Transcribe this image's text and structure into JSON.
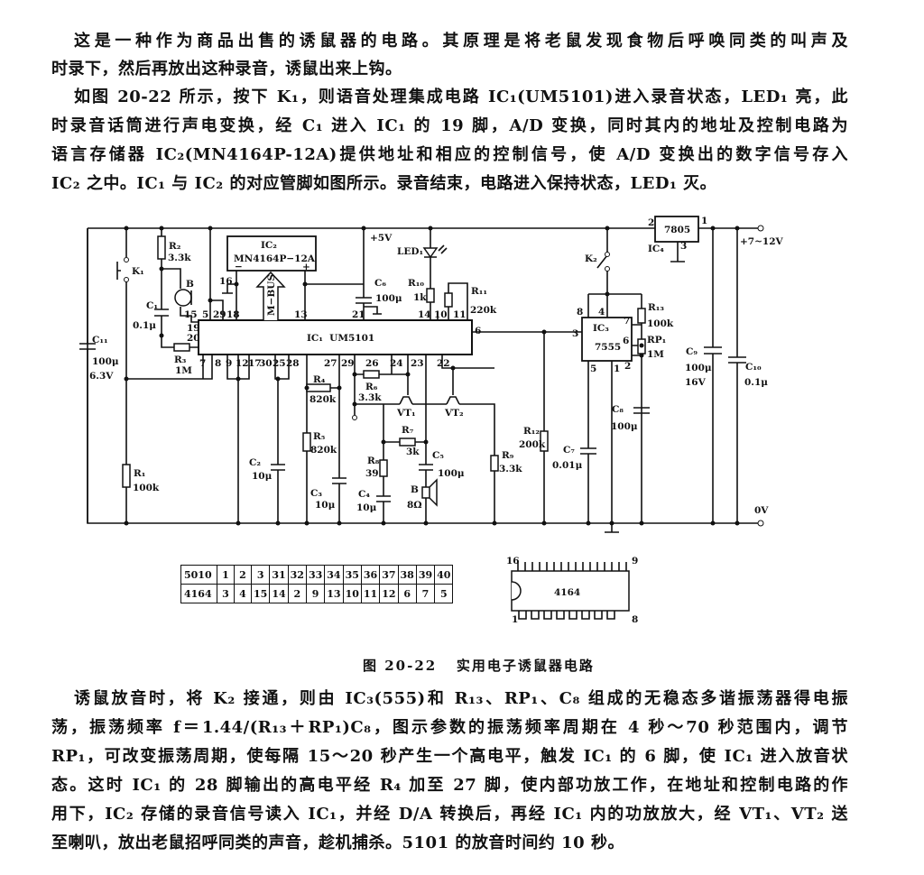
{
  "intro": {
    "lines": [
      "这是一种作为商品出售的诱鼠器的电路。其原理是将老鼠发现食物后呼唤同类的叫声及",
      "时录下，然后再放出这种录音，诱鼠出来上钩。",
      "如图 20-22 所示，按下 K₁，则语音处理集成电路 IC₁(UM5101)进入录音状态，LED₁ 亮，此",
      "时录音话筒进行声电变换，经 C₁ 进入 IC₁ 的 19 脚，A/D 变换，同时其内的地址及控制电路为",
      "语言存储器 IC₂(MN4164P-12A)提供地址和相应的控制信号，使 A/D 变换出的数字信号存入",
      "IC₂ 之中。IC₁ 与 IC₂ 的对应管脚如图所示。录音结束，电路进入保持状态，LED₁ 灭。"
    ]
  },
  "diagram": {
    "labels": {
      "K1": "K₁",
      "R2": "R₂",
      "R2v": "3.3k",
      "B": "B",
      "C1": "C₁",
      "C1v": "0.1μ",
      "R3": "R₃",
      "R3v": "1M",
      "C11": "C₁₁",
      "C11v": "100μ",
      "C11v2": "6.3V",
      "IC2": "IC₂",
      "IC2p": "MN4164P−12A",
      "minus": "−",
      "plus": "+",
      "mbus": "M−BUS",
      "p16": "16",
      "p5": "5",
      "p29": "29",
      "p18": "18",
      "p13": "13",
      "p21": "21",
      "p14": "14",
      "p10": "10",
      "p11": "11",
      "p15": "15",
      "p19": "19",
      "p20": "20",
      "p6": "6",
      "b7": "7",
      "b8": "8",
      "b9": "9",
      "b12": "12",
      "b17": "17",
      "b30": "30",
      "b25": "25",
      "b28": "28",
      "b27": "27",
      "b29": "29",
      "b26": "26",
      "b24": "24",
      "b23": "23",
      "b22": "22",
      "IC1": "IC₁  UM5101",
      "v5": "+5V",
      "C6": "C₆",
      "C6v": "100μ",
      "LED1": "LED₁",
      "R10": "R₁₀",
      "R10v": "1k",
      "R11": "R₁₁",
      "R11v": "220k",
      "K2": "K₂",
      "reg": "7805",
      "reg2": "2",
      "reg1": "1",
      "reg3": "3",
      "IC4": "IC₄",
      "vin": "+7~12V",
      "C9": "C₉",
      "C9v": "100μ",
      "C9v2": "16V",
      "C10": "C₁₀",
      "C10v": "0.1μ",
      "IC3": "IC₃",
      "IC3p": "7555",
      "i8": "8",
      "i4": "4",
      "i7": "7",
      "i3": "3",
      "i6": "6",
      "i5": "5",
      "i1": "1",
      "i2": "2",
      "R13": "R₁₃",
      "R13v": "100k",
      "RP1": "RP₁",
      "RP1v": "1M",
      "C8": "C₈",
      "C8v": "100μ",
      "C7": "C₇",
      "C7v": "0.01μ",
      "R12": "R₁₂",
      "R12v": "200k",
      "R9": "R₉",
      "R9v": "3.3k",
      "R1": "R₁",
      "R1v": "100k",
      "C2": "C₂",
      "C2v": "10μ",
      "R4": "R₄",
      "R4v": "820k",
      "R5": "R₅",
      "R5v": "820k",
      "C3": "C₃",
      "C3v": "10μ",
      "R6": "R₆",
      "R6v": "3.3k",
      "VT1": "VT₁",
      "VT2": "VT₂",
      "R7": "R₇",
      "R7v": "3k",
      "R8": "R₈",
      "R8v": "39",
      "C4": "C₄",
      "C4v": "10μ",
      "C5": "C₅",
      "C5v": "100μ",
      "SPK": "B",
      "SPKv": "8Ω",
      "zero": "0V",
      "chip": "4164",
      "chip16": "16",
      "chip9": "9",
      "chip1": "1",
      "chip8": "8"
    },
    "pin_table": {
      "rows": [
        {
          "head": "5010",
          "cells": [
            "1",
            "2",
            "3",
            "31",
            "32",
            "33",
            "34",
            "35",
            "36",
            "37",
            "38",
            "39",
            "40"
          ]
        },
        {
          "head": "4164",
          "cells": [
            "3",
            "4",
            "15",
            "14",
            "2",
            "9",
            "13",
            "10",
            "11",
            "12",
            "6",
            "7",
            "5"
          ]
        }
      ]
    },
    "caption": "图 20-22   实用电子诱鼠器电路"
  },
  "body": {
    "lines": [
      "诱鼠放音时，将 K₂ 接通，则由 IC₃(555)和 R₁₃、RP₁、C₈ 组成的无稳态多谐振荡器得电振",
      "荡，振荡频率 f＝1.44/(R₁₃＋RP₁)C₈，图示参数的振荡频率周期在 4 秒～70 秒范围内，调节",
      "RP₁，可改变振荡周期，使每隔 15～20 秒产生一个高电平，触发 IC₁ 的 6 脚，使 IC₁ 进入放音状",
      "态。这时 IC₁ 的 28 脚输出的高电平经 R₄ 加至 27 脚，使内部功放工作，在地址和控制电路的作",
      "用下，IC₂ 存储的录音信号读入 IC₁，并经 D/A 转换后，再经 IC₁ 内的功放放大，经 VT₁、VT₂ 送",
      "至喇叭，放出老鼠招呼同类的声音，趁机捕杀。5101 的放音时间约 10 秒。"
    ]
  }
}
